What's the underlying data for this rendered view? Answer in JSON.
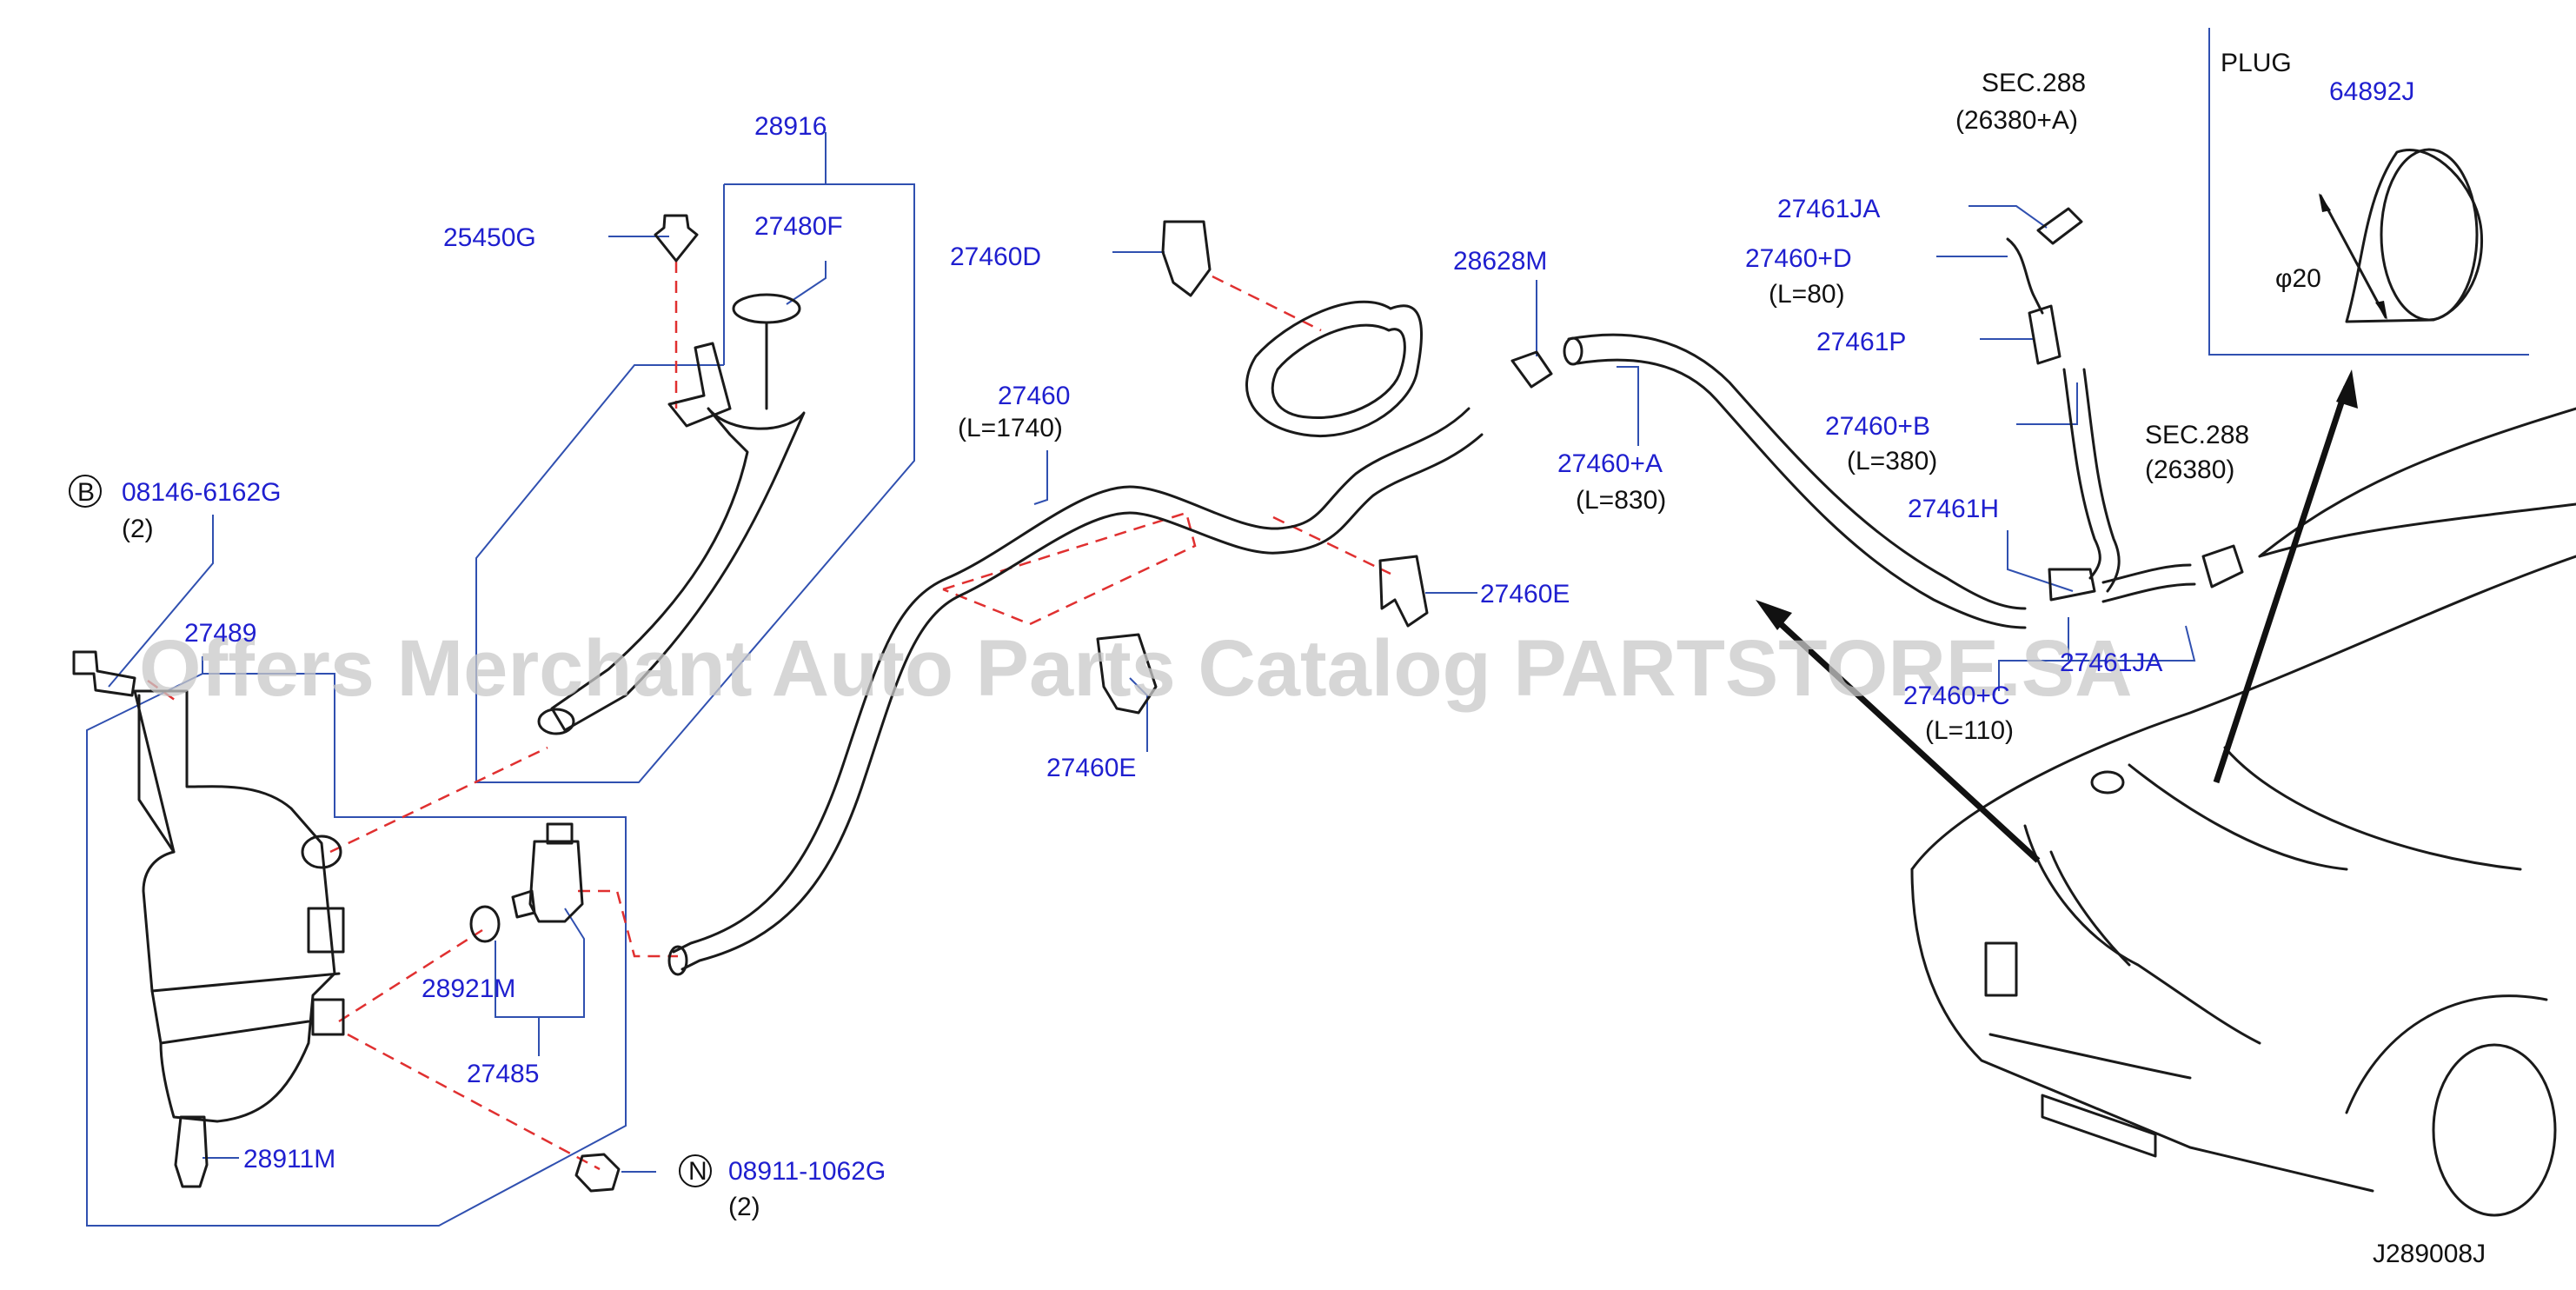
{
  "watermark": "Offers Merchant Auto Parts Catalog PARTSTORE.SA",
  "diagram_id": "J289008J",
  "inset": {
    "title": "PLUG",
    "part": "64892J",
    "dimension": "φ20"
  },
  "labels": {
    "p28916": "28916",
    "p25450G": "25450G",
    "p27480F": "27480F",
    "p27460D": "27460D",
    "p27460": "27460",
    "p27460_len": "(L=1740)",
    "p28628M": "28628M",
    "p27460A": "27460+A",
    "p27460A_len": "(L=830)",
    "sec288a": "SEC.288",
    "sec288a_ref": "(26380+A)",
    "p27461JA_top": "27461JA",
    "p27460D2": "27460+D",
    "p27460D2_len": "(L=80)",
    "p27461P": "27461P",
    "p27460B": "27460+B",
    "p27460B_len": "(L=380)",
    "sec288b": "SEC.288",
    "sec288b_ref": "(26380)",
    "p27461H": "27461H",
    "p27461JA_bottom": "27461JA",
    "p27460C": "27460+C",
    "p27460C_len": "(L=110)",
    "p27460E_right": "27460E",
    "p27460E_bottom": "27460E",
    "circle_b": "B",
    "p08146": "08146-6162G",
    "qty_b": "(2)",
    "p27489": "27489",
    "p28921M": "28921M",
    "p27485": "27485",
    "p28911M": "28911M",
    "circle_n": "N",
    "p08911": "08911-1062G",
    "qty_n": "(2)"
  }
}
